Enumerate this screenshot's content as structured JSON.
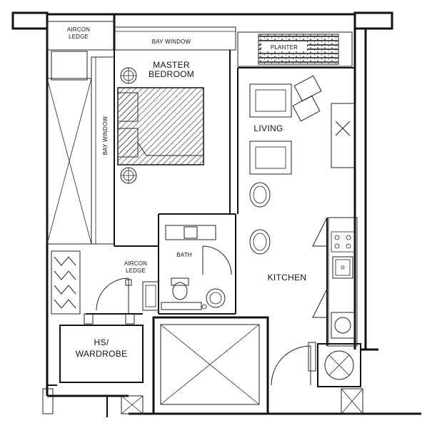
{
  "labels": {
    "aircon_ledge_top": [
      "AIRCON",
      "LEDGE"
    ],
    "bay_window_top": "BAY WINDOW",
    "planter": "PLANTER",
    "master_bedroom": [
      "MASTER",
      "BEDROOM"
    ],
    "bay_window_side": "BAY WINDOW",
    "living": "LIVING",
    "bath": "BATH",
    "aircon_ledge_mid": [
      "AIRCON",
      "LEDGE"
    ],
    "kitchen": "KITCHEN",
    "wardrobe": [
      "HS/",
      "WARDROBE"
    ]
  },
  "colors": {
    "line": "#111111",
    "background": "#ffffff"
  }
}
